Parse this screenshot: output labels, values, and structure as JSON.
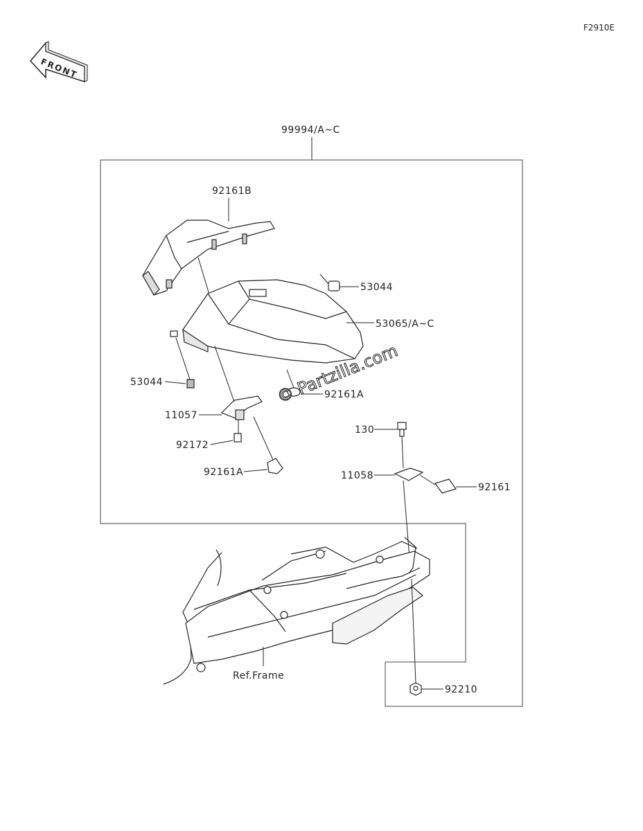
{
  "diagram_code": "F2910E",
  "front_label": "FRONT",
  "kit_label": "99994/A~C",
  "watermark": "© Partzilla.com",
  "parts": {
    "cowl_trim": "92161B",
    "plug_right": "53044",
    "seat_cover": "53065/A~C",
    "plug_left": "53044",
    "damper_mid": "92161A",
    "bracket_left": "11057",
    "screw": "92172",
    "damper_bottom": "92161A",
    "bolt": "130",
    "bracket_right": "11058",
    "pad": "92161",
    "nut": "92210",
    "frame": "Ref.Frame"
  }
}
